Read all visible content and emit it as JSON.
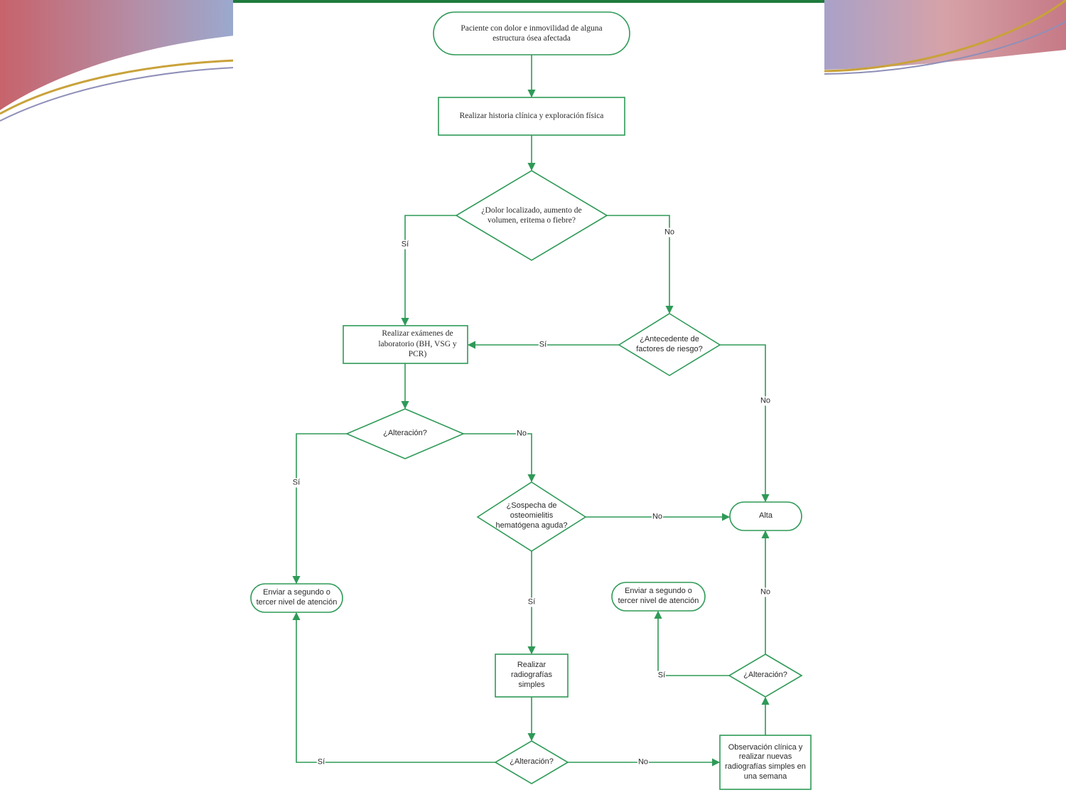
{
  "colors": {
    "accent_green": "#2e9a57",
    "doc_bar": "#1e7a3c",
    "text": "#2a2a2a"
  },
  "nodes": {
    "start": "Paciente con dolor e inmovilidad de alguna estructura ósea afectada",
    "history": "Realizar historia clínica y  exploración física",
    "q_pain": "¿Dolor localizado, aumento de volumen, eritema o fiebre?",
    "q_risk": "¿Antecedente de factores de riesgo?",
    "labs": "Realizar exámenes de laboratorio (BH, VSG y PCR)",
    "q_alt1": "¿Alteración?",
    "q_osteo": "¿Sospecha de osteomielitis hematógena aguda?",
    "alta": "Alta",
    "refer_left": "Enviar a segundo o tercer nivel de atención",
    "refer_right": "Enviar a segundo o tercer nivel de atención",
    "xray": "Realizar radiografías simples",
    "q_alt2": "¿Alteración?",
    "q_alt3": "¿Alteración?",
    "observe": "Observación clínica y realizar nuevas radiografías simples en una semana"
  },
  "edge_labels": {
    "pain_yes": "Sí",
    "pain_no": "No",
    "risk_yes": "Sí",
    "risk_no": "No",
    "alt1_yes": "Sí",
    "alt1_no": "No",
    "osteo_no": "No",
    "osteo_yes": "Sí",
    "alt2_yes": "Sí",
    "alt2_no": "No",
    "alt3_yes": "Sí",
    "alt3_no": "No"
  }
}
